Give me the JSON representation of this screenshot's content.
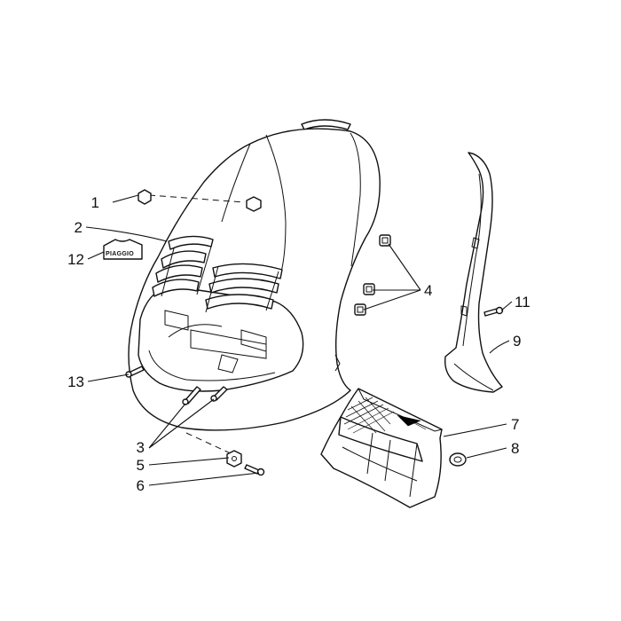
{
  "diagram": {
    "callouts": [
      {
        "id": "c1",
        "label": "1"
      },
      {
        "id": "c2",
        "label": "2"
      },
      {
        "id": "c3",
        "label": "3"
      },
      {
        "id": "c4",
        "label": "4"
      },
      {
        "id": "c5",
        "label": "5"
      },
      {
        "id": "c6",
        "label": "6"
      },
      {
        "id": "c7",
        "label": "7"
      },
      {
        "id": "c8",
        "label": "8"
      },
      {
        "id": "c9",
        "label": "9"
      },
      {
        "id": "c11",
        "label": "11"
      },
      {
        "id": "c12",
        "label": "12"
      },
      {
        "id": "c13",
        "label": "13"
      }
    ],
    "badge_text": "PIAGGIO"
  }
}
